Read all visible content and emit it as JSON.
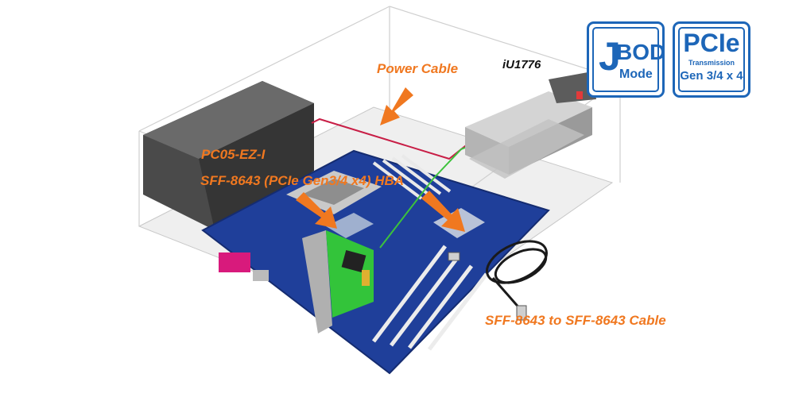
{
  "labels": {
    "power_cable": "Power Cable",
    "device": "iU1776",
    "card_model": "PC05-EZ-I",
    "card_desc": "SFF-8643 (PCIe Gen3/4 x4) HBA",
    "cable": "SFF-8643 to SFF-8643 Cable"
  },
  "badges": {
    "jbod": {
      "big_letter": "J",
      "top_text": "BOD",
      "bottom_text": "Mode"
    },
    "pcie": {
      "title": "PCIe",
      "subtitle": "Transmission",
      "gen": "Gen 3/4 x 4"
    }
  },
  "colors": {
    "accent_orange": "#f07820",
    "badge_blue": "#1d66b8",
    "board_blue": "#1f3f9a",
    "power_cable_red": "#c81e46",
    "data_cable_green": "#3cc23c"
  }
}
